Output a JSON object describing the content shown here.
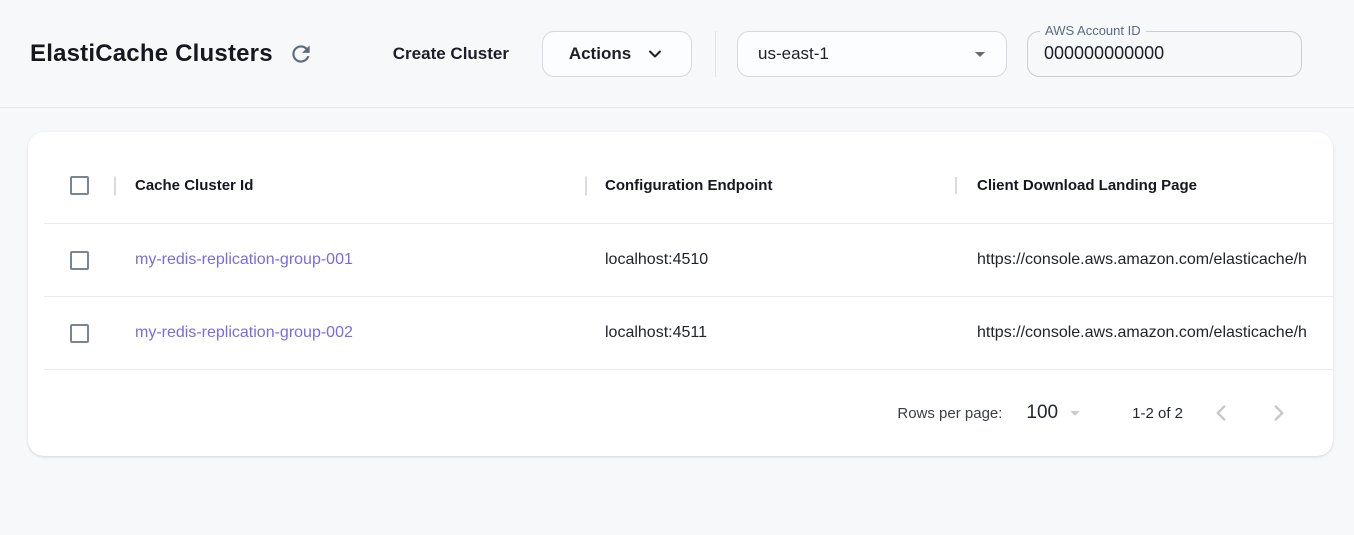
{
  "header": {
    "title": "ElastiCache Clusters",
    "refresh_icon": "refresh-icon",
    "create_button_label": "Create Cluster",
    "actions_button_label": "Actions",
    "region_selected": "us-east-1",
    "account_id_label": "AWS Account ID",
    "account_id_value": "000000000000"
  },
  "table": {
    "columns": {
      "cluster_id": "Cache Cluster Id",
      "configuration_endpoint": "Configuration Endpoint",
      "client_download_landing_page": "Client Download Landing Page"
    },
    "rows": [
      {
        "id": "my-redis-replication-group-001",
        "endpoint": "localhost:4510",
        "landing_page": "https://console.aws.amazon.com/elasticache/h"
      },
      {
        "id": "my-redis-replication-group-002",
        "endpoint": "localhost:4511",
        "landing_page": "https://console.aws.amazon.com/elasticache/h"
      }
    ]
  },
  "pagination": {
    "rows_per_page_label": "Rows per page:",
    "rows_per_page_value": "100",
    "range_label": "1-2 of 2"
  },
  "colors": {
    "link": "#7a6ce0",
    "page_background": "#f7f8fa",
    "icon_slate": "#5d6b7e"
  }
}
